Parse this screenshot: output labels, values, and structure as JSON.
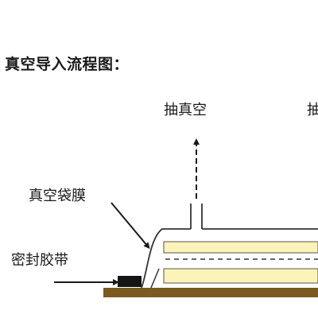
{
  "title": "真空导入流程图：",
  "labels": {
    "vacuum": "抽真空",
    "vacuum_cut": "抽",
    "bag_film": "真空袋膜",
    "sealing_tape": "密封胶带"
  },
  "colors": {
    "base": "#7a5a1e",
    "layer_fill": "#fbf3b8",
    "line": "#1a1a1a",
    "tape": "#151515",
    "bag": "#333333"
  }
}
